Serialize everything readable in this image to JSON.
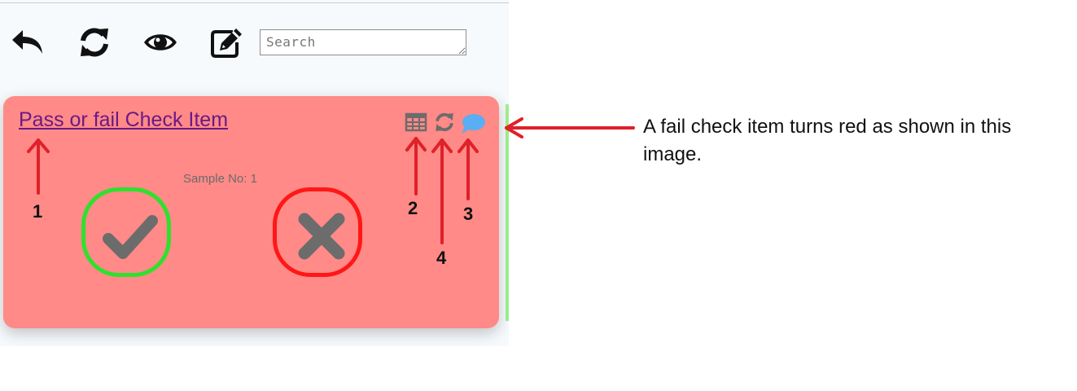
{
  "toolbar": {
    "icons": [
      "undo-icon",
      "refresh-icon",
      "eye-icon",
      "edit-icon"
    ],
    "search_placeholder": "Search",
    "search_value": ""
  },
  "card": {
    "title": "Pass or fail Check Item",
    "sample_label": "Sample No: 1",
    "status": "fail",
    "background_color": "#ff8a87",
    "icons": [
      "table-icon",
      "refresh-icon",
      "comment-icon"
    ],
    "pass_icon": "check-icon",
    "fail_icon": "x-icon",
    "pass_border_color": "#2fe02f",
    "fail_border_color": "#ff1717"
  },
  "annotations": {
    "markers": [
      "1",
      "2",
      "3",
      "4"
    ],
    "callout": "A fail check item turns red as shown in this image.",
    "arrow_color": "#e0202a"
  }
}
